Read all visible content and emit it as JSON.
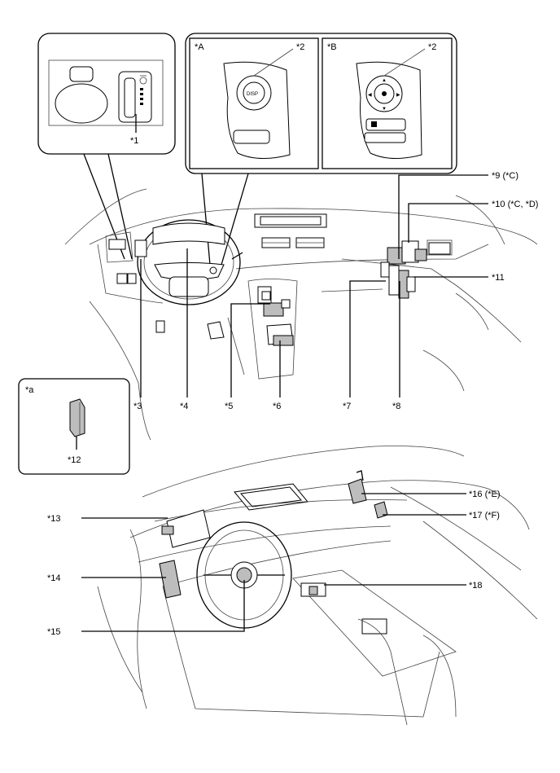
{
  "callouts": {
    "c1": "*1",
    "c2a": "*2",
    "c2b": "*2",
    "c3": "*3",
    "c4": "*4",
    "c5": "*5",
    "c6": "*6",
    "c7": "*7",
    "c8": "*8",
    "c9": "*9 (*C)",
    "c10": "*10 (*C, *D)",
    "c11": "*11",
    "c12": "*12",
    "c13": "*13",
    "c14": "*14",
    "c15": "*15",
    "c16": "*16 (*E)",
    "c17": "*17 (*F)",
    "c18": "*18"
  },
  "insets": {
    "a_label": "*A",
    "b_label": "*B",
    "small_a_label": "*a"
  },
  "button_text": {
    "disp": "DISP"
  }
}
